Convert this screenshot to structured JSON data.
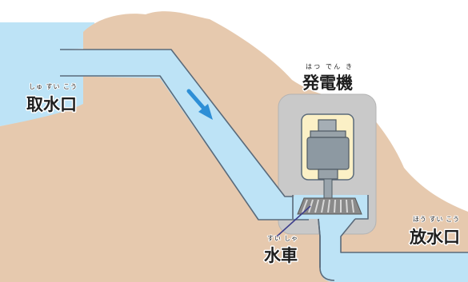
{
  "labels": {
    "intake": {
      "text": "取水口",
      "ruby": "しゅ すい こう"
    },
    "generator": {
      "text": "発電機",
      "ruby": "はつ でん  き"
    },
    "waterwheel": {
      "text": "水車",
      "ruby": "すい しゃ"
    },
    "outlet": {
      "text": "放水口",
      "ruby": "ほう すい こう"
    }
  },
  "colors": {
    "mountain": "#e6c9ae",
    "water": "#bde3f6",
    "water_outline": "#5a6a7a",
    "powerhouse": "#c9c9c9",
    "powerhouse_frame": "#b3b3b3",
    "generator_housing": "#fbf0c6",
    "generator_body": "#8d99a2",
    "turbine": "#777777",
    "arrow": "#2e8fd6",
    "pointer": "#3c3d8c"
  }
}
